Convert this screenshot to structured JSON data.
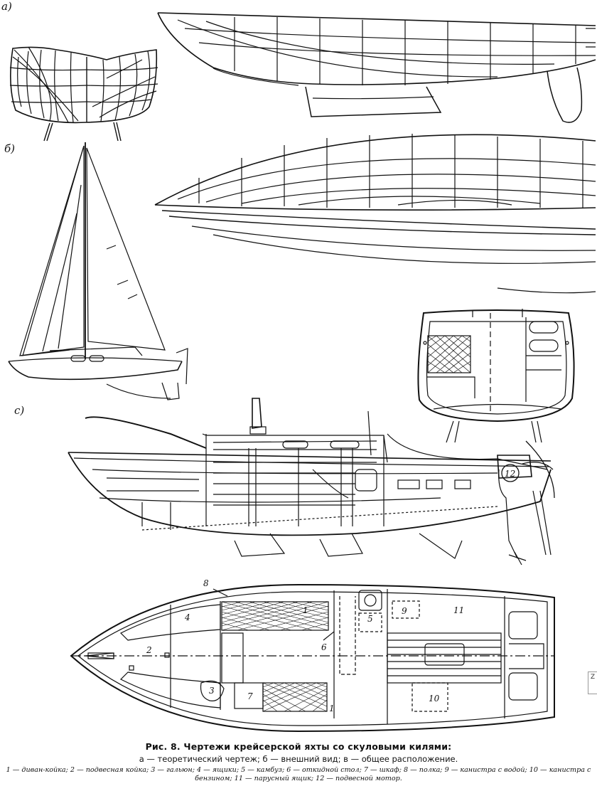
{
  "labels": {
    "view_a": "а)",
    "view_b": "б)",
    "view_c": "с)"
  },
  "numbers": [
    "1",
    "2",
    "3",
    "4",
    "5",
    "6",
    "7",
    "8",
    "9",
    "10",
    "11",
    "12"
  ],
  "caption": {
    "title": "Рис. 8. Чертежи крейсерской яхты со скуловыми килями:",
    "subtitle": "а — теоретический   чертеж;   б — внешний   вид;   в — общее  расположение.",
    "legend": "1 — диван-койка;  2 — подвесная  койка;  3 — гальюн;  4 — ящики;  5 — камбуз;  6 — откидной  стол;  7 — шкаф;   8 — полка;   9 — канистра с водой;  10 — канистра  с бензином;  11 — парусный  ящик;  12 — подвесной  мотор."
  },
  "edge_tab": "Z"
}
